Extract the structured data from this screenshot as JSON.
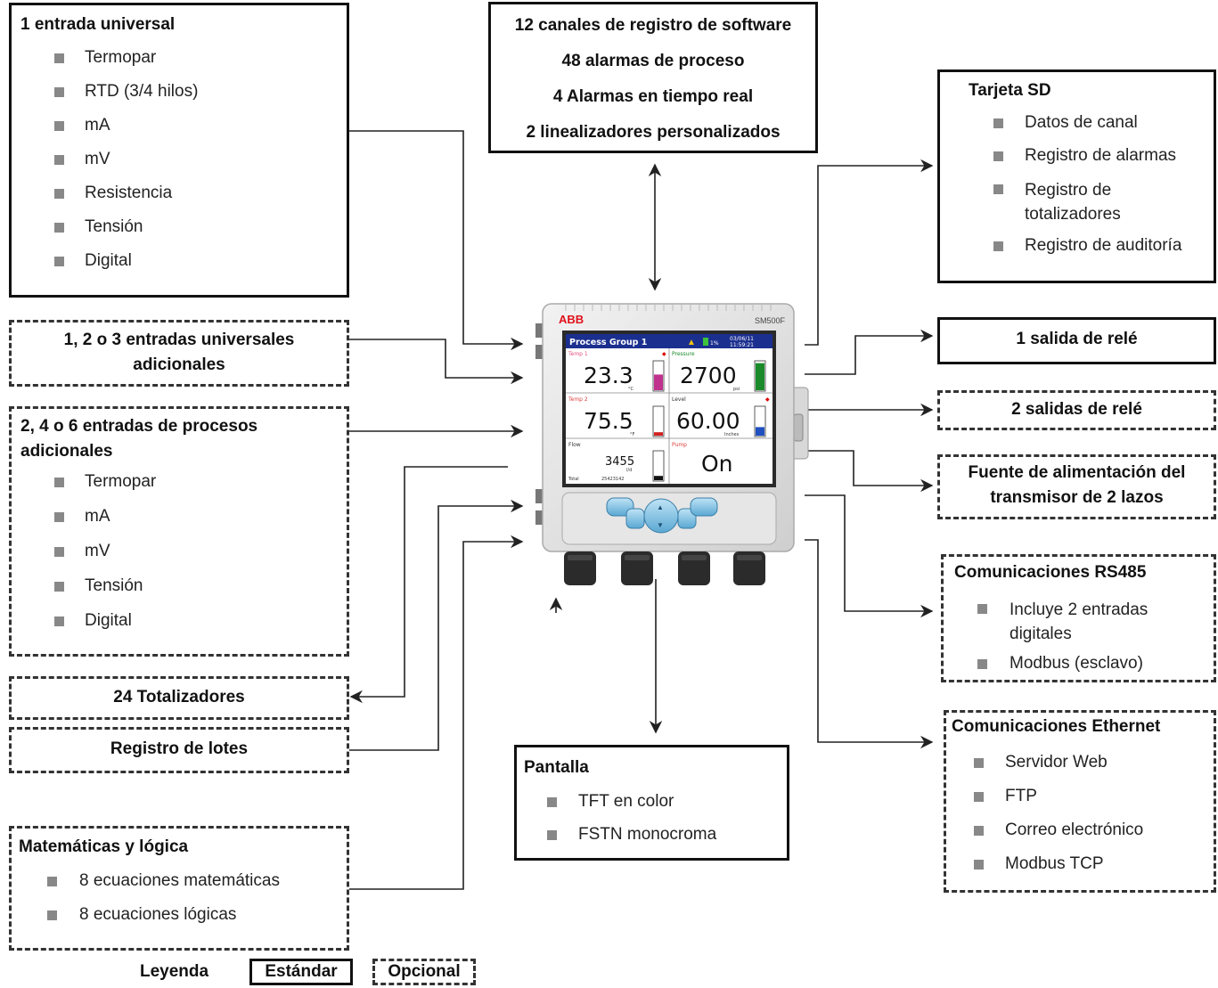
{
  "top_box": {
    "lines": [
      "12 canales de registro de software",
      "48 alarmas de proceso",
      "4 Alarmas en tiempo real",
      "2 linealizadores personalizados"
    ]
  },
  "universal_input": {
    "title": "1 entrada universal",
    "items": [
      "Termopar",
      "RTD (3/4 hilos)",
      "mA",
      "mV",
      "Resistencia",
      "Tensión",
      "Digital"
    ]
  },
  "extra_universal": {
    "title": "1, 2 o 3 entradas universales adicionales"
  },
  "process_inputs": {
    "title": "2, 4 o 6 entradas de procesos adicionales",
    "items": [
      "Termopar",
      "mA",
      "mV",
      "Tensión",
      "Digital"
    ]
  },
  "totalizers": {
    "title": "24 Totalizadores"
  },
  "batch": {
    "title": "Registro de lotes"
  },
  "math": {
    "title": "Matemáticas y lógica",
    "items": [
      "8 ecuaciones matemáticas",
      "8 ecuaciones lógicas"
    ]
  },
  "sd_card": {
    "title": "Tarjeta SD",
    "items": [
      "Datos de canal",
      "Registro de alarmas",
      "Registro de totalizadores",
      "Registro de auditoría"
    ]
  },
  "relay1": {
    "title": "1 salida de relé"
  },
  "relay2": {
    "title": "2 salidas de relé"
  },
  "power": {
    "title": "Fuente de alimentación del transmisor de 2 lazos"
  },
  "rs485": {
    "title": "Comunicaciones RS485",
    "items": [
      "Incluye 2 entradas digitales",
      "Modbus (esclavo)"
    ]
  },
  "ethernet": {
    "title": "Comunicaciones Ethernet",
    "items": [
      "Servidor Web",
      "FTP",
      "Correo electrónico",
      "Modbus TCP"
    ]
  },
  "display": {
    "title": "Pantalla",
    "items": [
      "TFT en color",
      "FSTN monocroma"
    ]
  },
  "legend": {
    "label": "Leyenda",
    "standard": "Estándar",
    "optional": "Opcional"
  },
  "device": {
    "brand": "ABB",
    "model": "SM500F",
    "screen_title": "Process Group 1",
    "battery": "1%",
    "date": "03/06/11",
    "time": "11:59:21",
    "tiles": [
      {
        "label": "Temp 1",
        "value": "23.3",
        "unit": "°C",
        "level": 0.55,
        "color": "#c0328e"
      },
      {
        "label": "Pressure",
        "value": "2700",
        "unit": "psi",
        "level": 0.95,
        "color": "#1a8a2a"
      },
      {
        "label": "Temp 2",
        "value": "75.5",
        "unit": "°F",
        "level": 0.12,
        "color": "#d42020"
      },
      {
        "label": "Level",
        "value": "60.00",
        "unit": "Inches",
        "level": 0.3,
        "color": "#2050c0"
      },
      {
        "label": "Flow",
        "value": "3455",
        "unit": "l/d",
        "total_label": "Total",
        "total": "25423142",
        "level": 0.15,
        "color": "#111111"
      },
      {
        "label": "Pump",
        "value": "On"
      }
    ]
  }
}
